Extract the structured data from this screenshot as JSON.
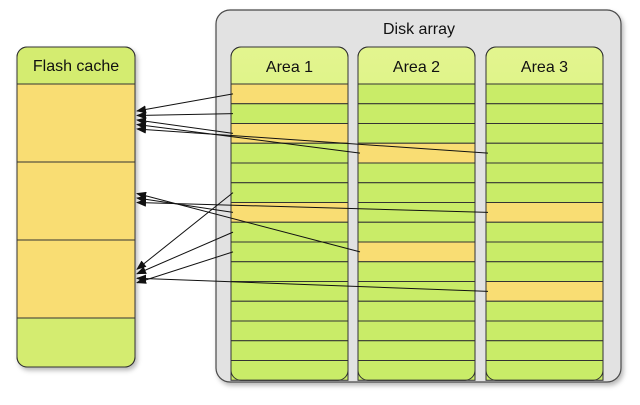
{
  "flash_cache": {
    "title": "Flash cache",
    "header_color": "#d4ec70",
    "cached_color": "#f9dd73",
    "free_color": "#d4ec70",
    "cached_segments": 3
  },
  "disk_array": {
    "title": "Disk array",
    "background_color": "#e2e2e2",
    "block_color": "#c9ec68",
    "hot_block_color": "#f9dd73",
    "blocks_per_area": 15,
    "areas": [
      {
        "label": "Area 1",
        "hot_blocks": [
          0,
          2,
          6
        ]
      },
      {
        "label": "Area 2",
        "hot_blocks": [
          3,
          8
        ]
      },
      {
        "label": "Area 3",
        "hot_blocks": [
          6,
          10
        ]
      }
    ]
  },
  "connections": [
    {
      "area": 0,
      "block": 0,
      "segment": 0
    },
    {
      "area": 0,
      "block": 1,
      "segment": 0
    },
    {
      "area": 0,
      "block": 2,
      "segment": 0
    },
    {
      "area": 1,
      "block": 3,
      "segment": 0
    },
    {
      "area": 2,
      "block": 3,
      "segment": 0
    },
    {
      "area": 1,
      "block": 8,
      "segment": 1
    },
    {
      "area": 0,
      "block": 6,
      "segment": 1
    },
    {
      "area": 2,
      "block": 6,
      "segment": 1
    },
    {
      "area": 0,
      "block": 5,
      "segment": 2
    },
    {
      "area": 0,
      "block": 7,
      "segment": 2
    },
    {
      "area": 2,
      "block": 10,
      "segment": 2
    },
    {
      "area": 0,
      "block": 8,
      "segment": 2
    }
  ]
}
